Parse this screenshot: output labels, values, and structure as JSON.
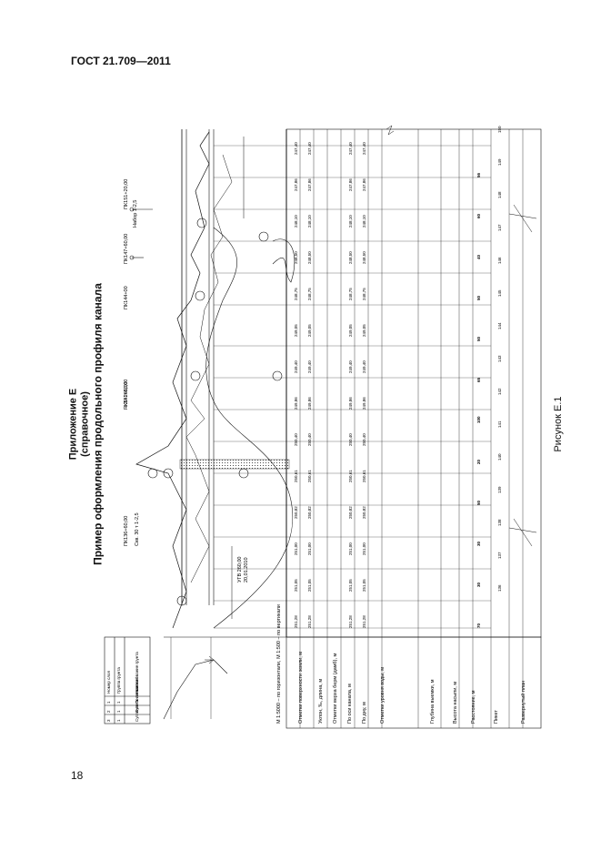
{
  "header": {
    "doc_code": "ГОСТ 21.709—2011"
  },
  "footer": {
    "page_number": "18"
  },
  "appendix": {
    "title": "Приложение Е",
    "note": "(справочное)",
    "subtitle": "Пример оформления продольного профиля канала"
  },
  "figure": {
    "caption": "Рисунок Е.1"
  },
  "drawing": {
    "left_table_rows": [
      "Отметки поверхности земли, м",
      "Уклон, ‰, длина, м",
      "Отметки верха берм (дамб), м",
      "По оси канала, м",
      "По дну, м",
      "Отметки уровня воды, м",
      "Глубина выемки, м",
      "Высота насыпи, м",
      "Расстояние, м",
      "Пикет",
      "Развернутый план"
    ],
    "scale_note": "М 1:5000 – по горизонтали, М 1:500 – по вертикали",
    "soil_legend": {
      "headers": [
        "Номер слоя",
        "Группа грунта",
        "Наименование грунта"
      ],
      "rows": [
        [
          "1",
          "1",
          "Песок мелкий"
        ],
        [
          "2",
          "1",
          "Супесь легкая"
        ],
        [
          "3",
          "1",
          "Суглинок"
        ]
      ]
    },
    "elevations": [
      "251,28",
      "251,05",
      "251,00",
      "250,82",
      "250,61",
      "250,40",
      "249,86",
      "249,40",
      "249,05",
      "248,75",
      "248,50",
      "248,10",
      "247,86",
      "247,40"
    ],
    "distances": [
      "70",
      "30",
      "30",
      "50",
      "20",
      "100",
      "65",
      "50",
      "50",
      "40",
      "60",
      "56"
    ],
    "pickets": [
      "136",
      "137",
      "138",
      "139",
      "140",
      "141",
      "142",
      "143",
      "144",
      "145",
      "146",
      "147",
      "148",
      "149",
      "150"
    ],
    "stations": [
      "ПК136+60,00",
      "ПК141+60,00",
      "ПК144+00",
      "ПК147+60,00",
      "ПК151+20,00"
    ],
    "marks": [
      "Rr20-266,00",
      "УГВ 260,00",
      "20,01.2010",
      "Скв. 30 т 1-2,5",
      "Набор 1-2,5"
    ]
  }
}
